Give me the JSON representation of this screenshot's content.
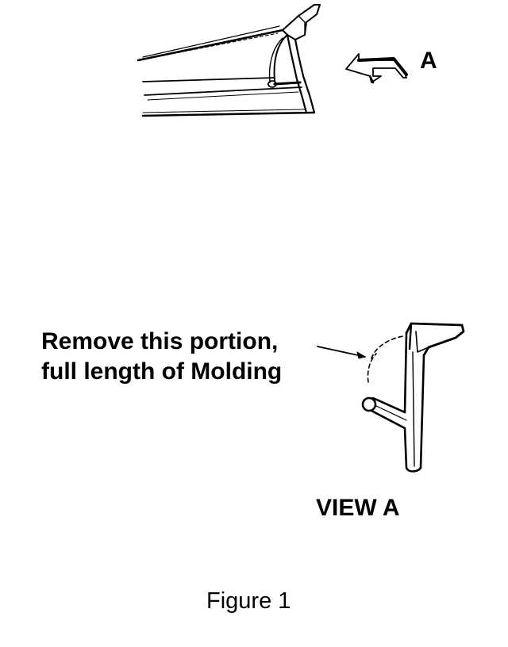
{
  "labels": {
    "view_letter": "A",
    "callout_line_1": "Remove this portion,",
    "callout_line_2": "full length of Molding",
    "view_title": "VIEW A",
    "figure_caption": "Figure 1"
  },
  "colors": {
    "ink": "#000000",
    "paper": "#ffffff"
  }
}
